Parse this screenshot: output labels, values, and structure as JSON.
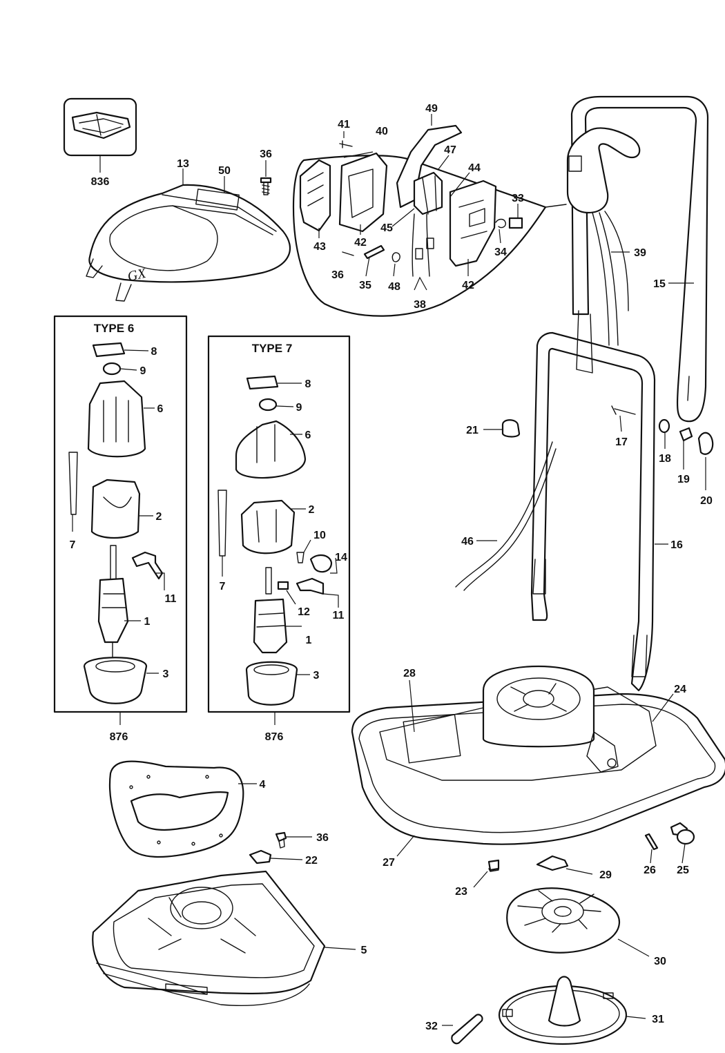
{
  "boxes": {
    "type6_title": "TYPE 6",
    "type7_title": "TYPE 7",
    "type6_kit": "876",
    "type7_kit": "876",
    "inset_kit": "836"
  },
  "brand_mark": "GX",
  "callouts": [
    {
      "id": "c13",
      "text": "13"
    },
    {
      "id": "c50",
      "text": "50"
    },
    {
      "id": "c36a",
      "text": "36"
    },
    {
      "id": "c41",
      "text": "41"
    },
    {
      "id": "c40",
      "text": "40"
    },
    {
      "id": "c49",
      "text": "49"
    },
    {
      "id": "c47",
      "text": "47"
    },
    {
      "id": "c44",
      "text": "44"
    },
    {
      "id": "c33",
      "text": "33"
    },
    {
      "id": "c43",
      "text": "43"
    },
    {
      "id": "c42a",
      "text": "42"
    },
    {
      "id": "c45",
      "text": "45"
    },
    {
      "id": "c34",
      "text": "34"
    },
    {
      "id": "c36b",
      "text": "36"
    },
    {
      "id": "c35",
      "text": "35"
    },
    {
      "id": "c48",
      "text": "48"
    },
    {
      "id": "c38",
      "text": "38"
    },
    {
      "id": "c42b",
      "text": "42"
    },
    {
      "id": "c39",
      "text": "39"
    },
    {
      "id": "c15",
      "text": "15"
    },
    {
      "id": "t6_8",
      "text": "8"
    },
    {
      "id": "t6_9",
      "text": "9"
    },
    {
      "id": "t6_6",
      "text": "6"
    },
    {
      "id": "t6_2",
      "text": "2"
    },
    {
      "id": "t6_7",
      "text": "7"
    },
    {
      "id": "t6_11",
      "text": "11"
    },
    {
      "id": "t6_1",
      "text": "1"
    },
    {
      "id": "t6_3",
      "text": "3"
    },
    {
      "id": "t7_8",
      "text": "8"
    },
    {
      "id": "t7_9",
      "text": "9"
    },
    {
      "id": "t7_6",
      "text": "6"
    },
    {
      "id": "t7_2",
      "text": "2"
    },
    {
      "id": "t7_10",
      "text": "10"
    },
    {
      "id": "t7_14",
      "text": "14"
    },
    {
      "id": "t7_7",
      "text": "7"
    },
    {
      "id": "t7_12",
      "text": "12"
    },
    {
      "id": "t7_11",
      "text": "11"
    },
    {
      "id": "t7_1",
      "text": "1"
    },
    {
      "id": "t7_3",
      "text": "3"
    },
    {
      "id": "c21",
      "text": "21"
    },
    {
      "id": "c17",
      "text": "17"
    },
    {
      "id": "c18",
      "text": "18"
    },
    {
      "id": "c19",
      "text": "19"
    },
    {
      "id": "c20",
      "text": "20"
    },
    {
      "id": "c46",
      "text": "46"
    },
    {
      "id": "c16",
      "text": "16"
    },
    {
      "id": "c28",
      "text": "28"
    },
    {
      "id": "c24",
      "text": "24"
    },
    {
      "id": "c4",
      "text": "4"
    },
    {
      "id": "c36c",
      "text": "36"
    },
    {
      "id": "c22",
      "text": "22"
    },
    {
      "id": "c27",
      "text": "27"
    },
    {
      "id": "c26",
      "text": "26"
    },
    {
      "id": "c25",
      "text": "25"
    },
    {
      "id": "c23",
      "text": "23"
    },
    {
      "id": "c29",
      "text": "29"
    },
    {
      "id": "c5",
      "text": "5"
    },
    {
      "id": "c30",
      "text": "30"
    },
    {
      "id": "c32",
      "text": "32"
    },
    {
      "id": "c31",
      "text": "31"
    }
  ]
}
